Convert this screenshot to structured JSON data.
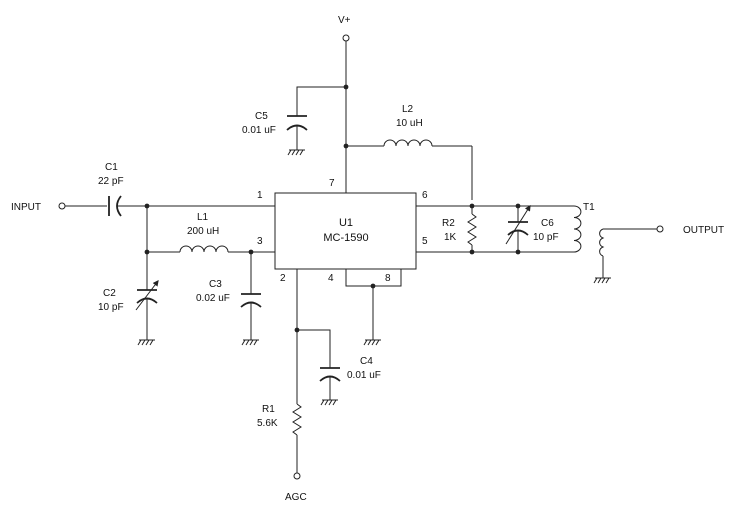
{
  "schematic": {
    "supply_label": "V+",
    "input_label": "INPUT",
    "output_label": "OUTPUT",
    "agc_label": "AGC",
    "ic": {
      "ref": "U1",
      "part": "MC-1590"
    },
    "pins": [
      "1",
      "2",
      "3",
      "4",
      "5",
      "6",
      "7",
      "8"
    ],
    "components": {
      "c1": {
        "ref": "C1",
        "value": "22 pF"
      },
      "c2": {
        "ref": "C2",
        "value": "10 pF"
      },
      "c3": {
        "ref": "C3",
        "value": "0.02 uF"
      },
      "c4": {
        "ref": "C4",
        "value": "0.01 uF"
      },
      "c5": {
        "ref": "C5",
        "value": "0.01 uF"
      },
      "c6": {
        "ref": "C6",
        "value": "10 pF"
      },
      "l1": {
        "ref": "L1",
        "value": "200 uH"
      },
      "l2": {
        "ref": "L2",
        "value": "10 uH"
      },
      "r1": {
        "ref": "R1",
        "value": "5.6K"
      },
      "r2": {
        "ref": "R2",
        "value": "1K"
      },
      "t1": {
        "ref": "T1"
      }
    }
  }
}
